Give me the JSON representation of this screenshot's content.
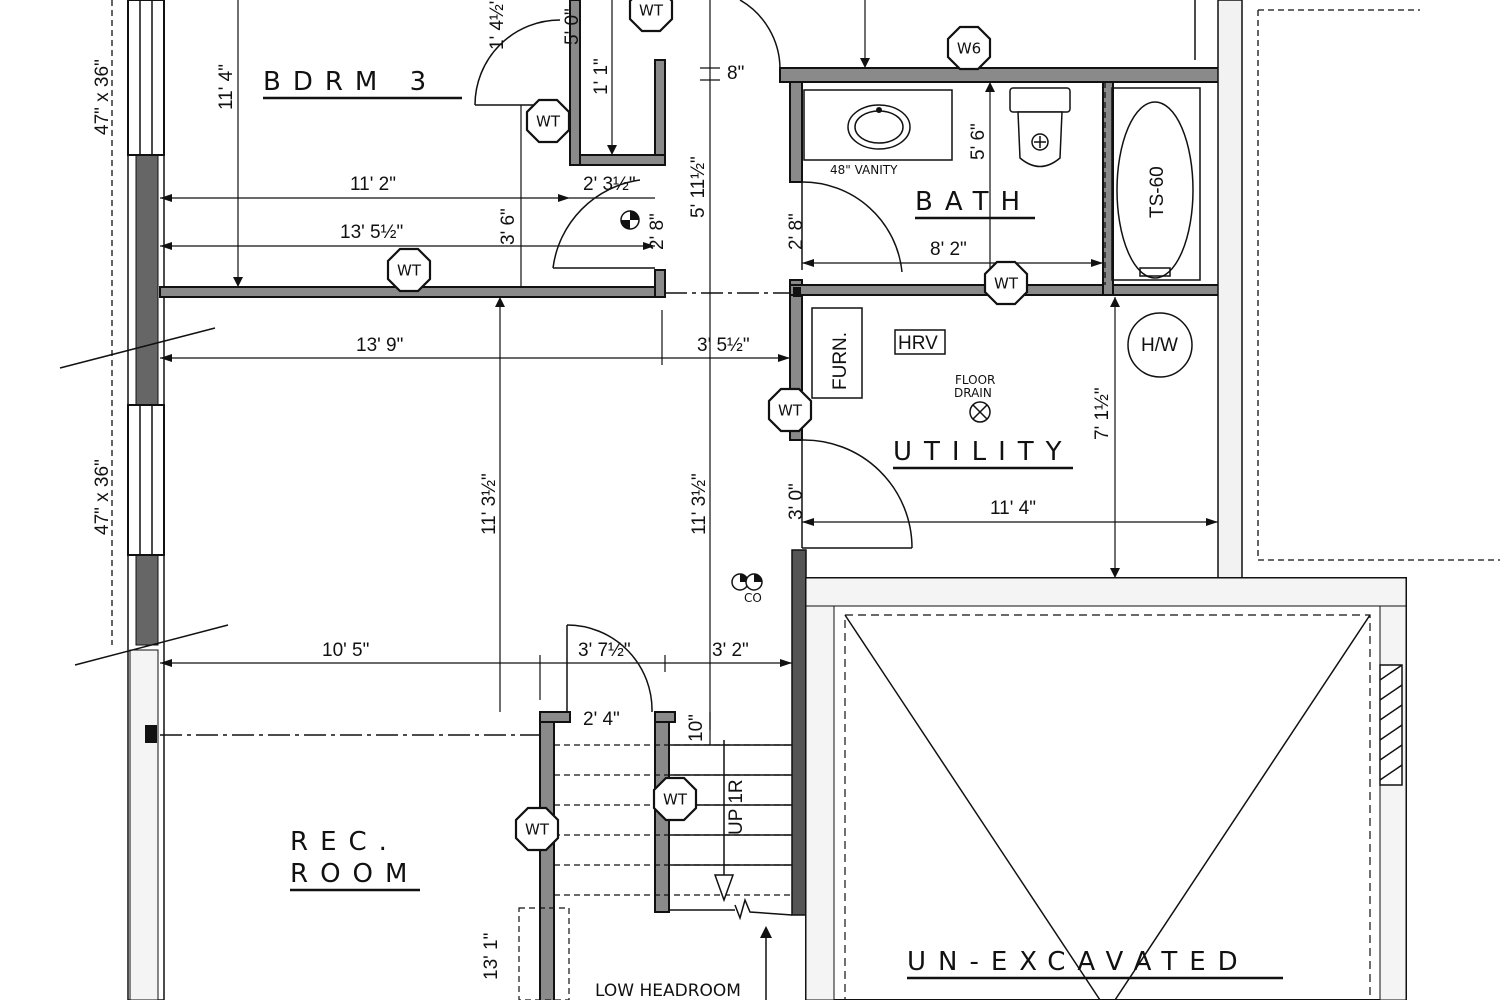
{
  "rooms": {
    "bedroom": "BDRM 3",
    "bath": "BATH",
    "utility": "UTILITY",
    "rec_room_line1": "REC.",
    "rec_room_line2": "ROOM",
    "unexcavated": "UN-EXCAVATED"
  },
  "windows": {
    "upper": "47\" x 36\"",
    "lower": "47\" x 36\""
  },
  "dimensions": {
    "d_11_4_v": "11' 4\"",
    "d_1_4half": "1' 4½\"",
    "d_5_0": "5' 0\"",
    "d_1_1": "1' 1\"",
    "d_8in": "8\"",
    "d_5_6": "5' 6\"",
    "d_11_2": "11' 2\"",
    "d_2_3half": "2' 3½\"",
    "d_2_8_closet": "2' 8\"",
    "d_3_6": "3' 6\"",
    "d_13_5half": "13' 5½\"",
    "d_5_11half": "5' 11½\"",
    "d_2_8_bath": "2' 8\"",
    "d_8_2": "8' 2\"",
    "d_13_9": "13' 9\"",
    "d_3_5half": "3' 5½\"",
    "d_7_1half": "7' 1½\"",
    "d_11_3half_a": "11' 3½\"",
    "d_11_3half_b": "11' 3½\"",
    "d_3_0": "3' 0\"",
    "d_11_4_h": "11' 4\"",
    "d_10_5": "10' 5\"",
    "d_3_7half": "3' 7½\"",
    "d_3_2": "3' 2\"",
    "d_2_4": "2' 4\"",
    "d_10in": "10\"",
    "d_13_1": "13' 1\""
  },
  "fixtures": {
    "vanity": "48\" VANITY",
    "tub": "TS-60",
    "furnace": "FURN.",
    "hrv": "HRV",
    "floor_drain_1": "FLOOR",
    "floor_drain_2": "DRAIN",
    "hot_water": "H/W",
    "stair": "UP 1R",
    "low_headroom": "LOW HEADROOM",
    "co": "CO"
  },
  "wall_tags": {
    "wt": "WT",
    "w6": "W6"
  }
}
